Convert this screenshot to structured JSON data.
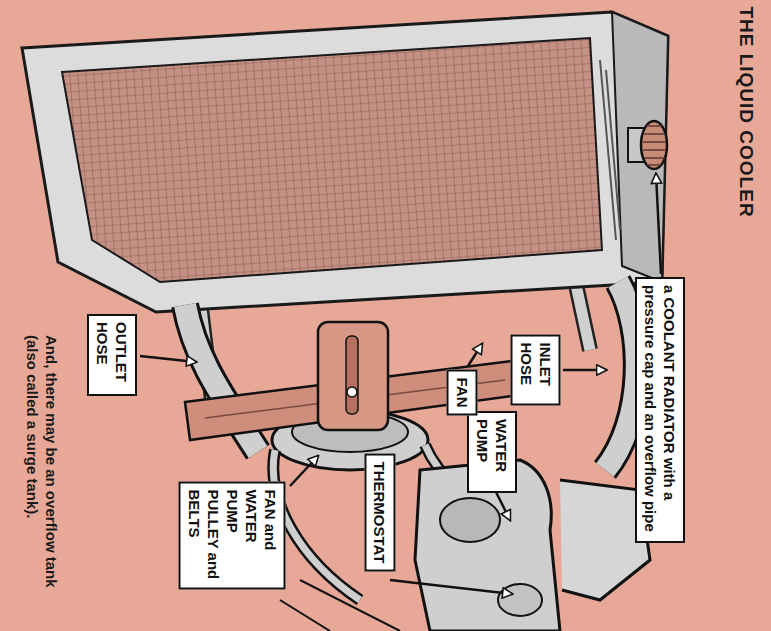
{
  "diagram": {
    "title": "THE LIQUID COOLER",
    "caption": "And, there may be an overflow tank (also called a surge tank).",
    "nodes": [
      {
        "text": [
          "a COOLANT RADIATOR with a pressure cap and an overflow pipe"
        ]
      },
      {
        "text": [
          "INLET HOSE"
        ]
      },
      {
        "text": [
          "WATER PUMP"
        ]
      },
      {
        "text": [
          "FAN"
        ]
      },
      {
        "text": [
          "THERMOSTAT"
        ]
      },
      {
        "text": [
          "OUTLET HOSE"
        ]
      },
      {
        "text": [
          "FAN and WATER PUMP PULLEY and BELTS"
        ]
      }
    ]
  }
}
